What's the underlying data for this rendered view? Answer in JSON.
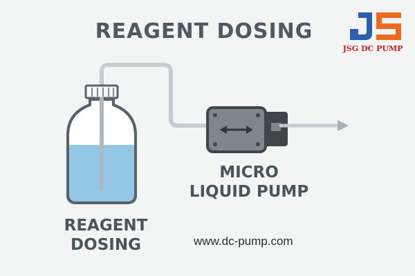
{
  "title": "REAGENT DOSING",
  "logo": {
    "text": "JSG DC PUMP",
    "colors": {
      "blue": "#2a5fb0",
      "orange": "#ee6a1f",
      "red": "#c8201c"
    }
  },
  "bottle": {
    "label_line1": "REAGENT",
    "label_line2": "DOSING",
    "liquid_color": "#93c7e6"
  },
  "pump": {
    "label_line1": "MICRO",
    "label_line2": "LIQUID PUMP",
    "body_color": "#7f878e"
  },
  "icons": [
    "bottle-icon",
    "pump-icon",
    "double-arrow-icon",
    "flow-arrow-icon"
  ],
  "website": "www.dc-pump.com"
}
